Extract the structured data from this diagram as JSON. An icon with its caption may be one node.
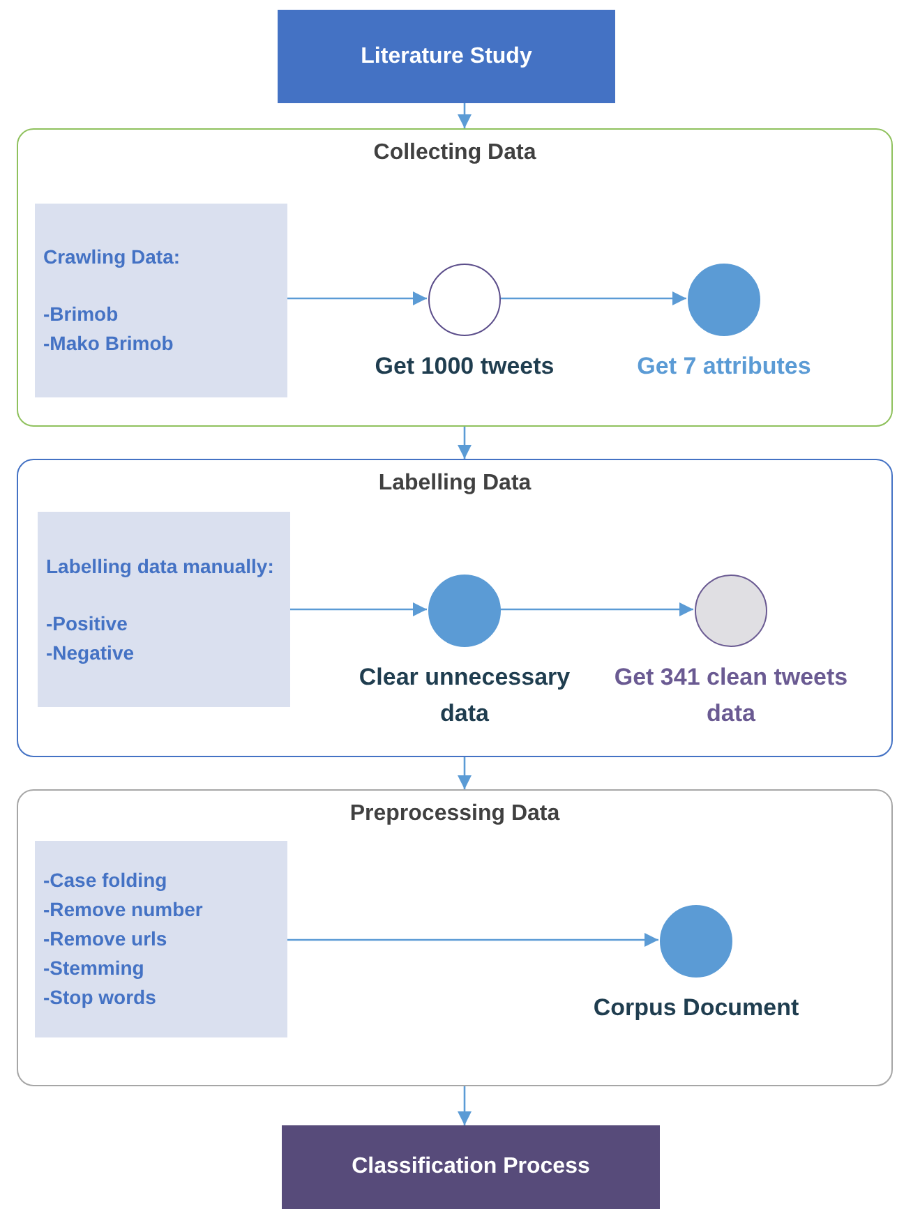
{
  "diagram": {
    "nodes": [
      {
        "text": [
          "Literature Study"
        ]
      },
      {
        "text": [
          "Collecting Data"
        ]
      },
      {
        "text": [
          "Crawling Data:",
          "-Brimob",
          "-Mako Brimob"
        ],
        "in": 1
      },
      {
        "text": [
          "Get 1000 tweets"
        ],
        "in": 1
      },
      {
        "text": [
          "Get 7 attributes"
        ],
        "in": 1
      },
      {
        "text": [
          "Labelling Data"
        ]
      },
      {
        "text": [
          "Labelling data manually:",
          "-Positive",
          "-Negative"
        ],
        "in": 5
      },
      {
        "text": [
          "Clear unnecessary data"
        ],
        "in": 5
      },
      {
        "text": [
          "Get 341 clean tweets data"
        ],
        "in": 5
      },
      {
        "text": [
          "Preprocessing Data"
        ]
      },
      {
        "text": [
          "-Case folding",
          "-Remove number",
          "-Remove urls",
          "-Stemming",
          "-Stop words"
        ],
        "in": 9
      },
      {
        "text": [
          "Corpus Document"
        ],
        "in": 9
      },
      {
        "text": [
          "Classification Process"
        ]
      }
    ],
    "edges": [
      {
        "from": 0,
        "to": 1,
        "arrow": "to"
      },
      {
        "from": 2,
        "to": 3,
        "arrow": "to"
      },
      {
        "from": 3,
        "to": 4,
        "arrow": "to"
      },
      {
        "from": 1,
        "to": 5,
        "arrow": "to"
      },
      {
        "from": 6,
        "to": 7,
        "arrow": "to"
      },
      {
        "from": 7,
        "to": 8,
        "arrow": "to"
      },
      {
        "from": 5,
        "to": 9,
        "arrow": "to"
      },
      {
        "from": 10,
        "to": 11,
        "arrow": "to"
      },
      {
        "from": 9,
        "to": 12,
        "arrow": "to"
      }
    ]
  }
}
